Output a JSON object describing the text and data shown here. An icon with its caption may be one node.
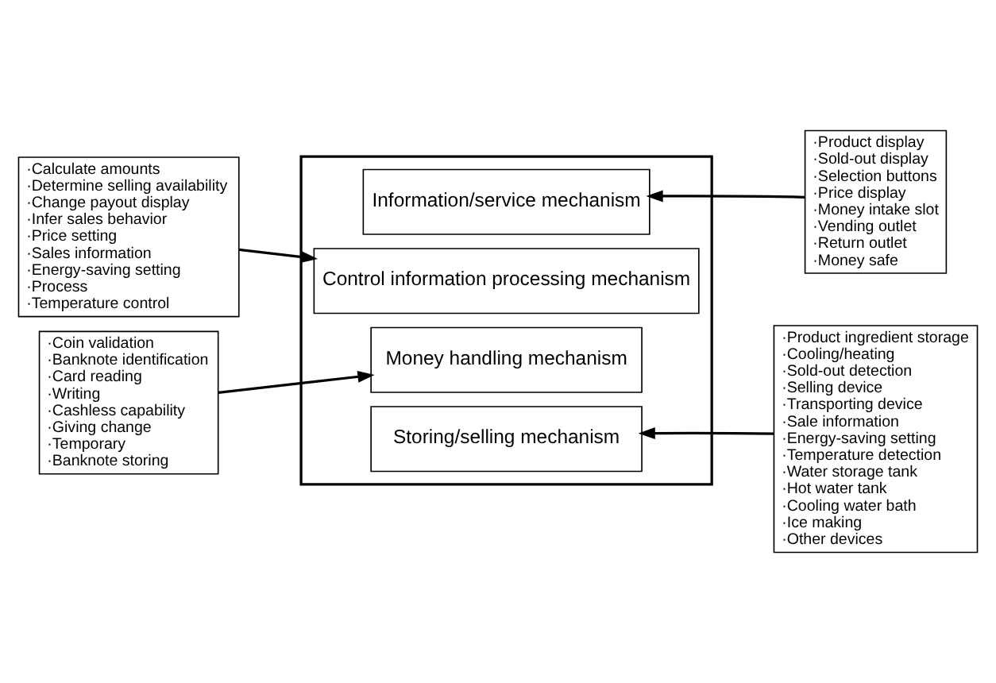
{
  "diagram": {
    "nodes": [
      {
        "text": [
          "·Calculate amounts",
          "·Determine selling availability",
          "·Change payout display",
          "·Infer sales behavior",
          "·Price setting",
          "·Sales information",
          "·Energy-saving setting",
          "·Process",
          "·Temperature control"
        ]
      },
      {
        "text": [],
        "shape": "box"
      },
      {
        "text": [
          "Information/service mechanism"
        ],
        "in": 1
      },
      {
        "text": [
          "Control information processing mechanism"
        ],
        "in": 1
      },
      {
        "text": [
          "Money handling mechanism"
        ],
        "in": 1
      },
      {
        "text": [
          "Storing/selling mechanism"
        ],
        "in": 1
      },
      {
        "text": [
          "·Product display",
          "·Sold-out display",
          "·Selection buttons",
          "·Price display",
          "·Money intake slot",
          "·Vending outlet",
          "·Return outlet",
          "·Money safe"
        ]
      },
      {
        "text": [
          "·Coin validation",
          "·Banknote identification",
          "·Card reading",
          "·Writing",
          "·Cashless capability",
          "·Giving change",
          "·Temporary",
          "·Banknote storing"
        ]
      },
      {
        "text": [
          "·Product ingredient storage",
          "·Cooling/heating",
          "·Sold-out detection",
          "·Selling device",
          "·Transporting device",
          "·Sale information",
          "·Energy-saving setting",
          "·Temperature detection",
          "·Water storage tank",
          "·Hot water tank",
          "·Cooling water bath",
          "·Ice making",
          "·Other devices"
        ]
      }
    ],
    "edges": [
      {
        "from": 0,
        "to": 3,
        "arrow": "to"
      },
      {
        "from": 6,
        "to": 2,
        "arrow": "to"
      },
      {
        "from": 7,
        "to": 4,
        "arrow": "to"
      },
      {
        "from": 8,
        "to": 5,
        "arrow": "to"
      }
    ]
  }
}
